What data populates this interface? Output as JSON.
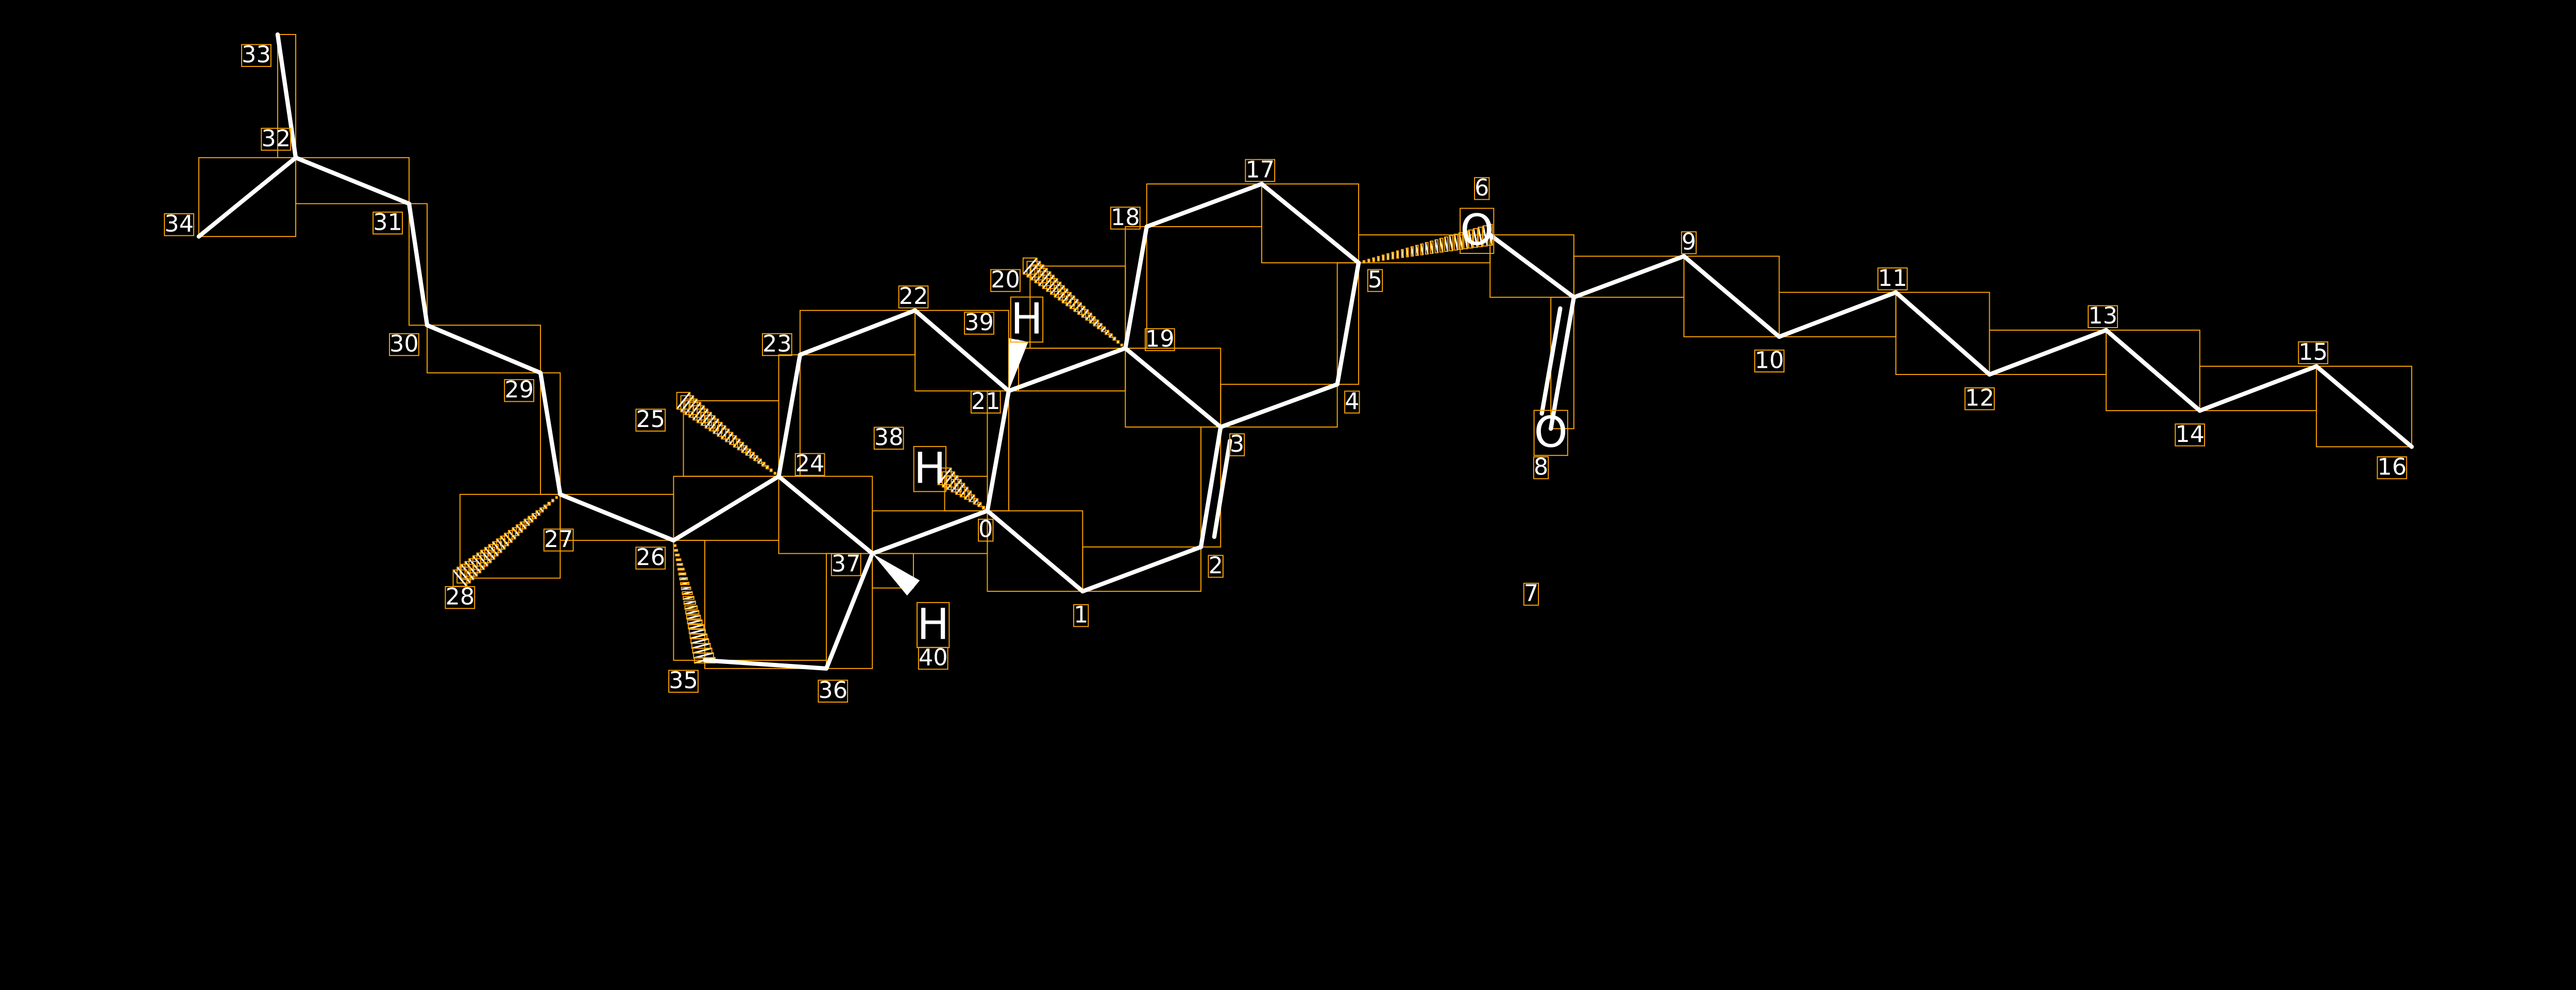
{
  "colors": {
    "background": "#000000",
    "bond": "#FFFFFF",
    "box": "#FFA500"
  },
  "atoms": [
    {
      "index": "0",
      "symbol": ""
    },
    {
      "index": "1",
      "symbol": ""
    },
    {
      "index": "2",
      "symbol": ""
    },
    {
      "index": "3",
      "symbol": ""
    },
    {
      "index": "4",
      "symbol": ""
    },
    {
      "index": "5",
      "symbol": ""
    },
    {
      "index": "6",
      "symbol": "O"
    },
    {
      "index": "7",
      "symbol": ""
    },
    {
      "index": "8",
      "symbol": "O"
    },
    {
      "index": "9",
      "symbol": ""
    },
    {
      "index": "10",
      "symbol": ""
    },
    {
      "index": "11",
      "symbol": ""
    },
    {
      "index": "12",
      "symbol": ""
    },
    {
      "index": "13",
      "symbol": ""
    },
    {
      "index": "14",
      "symbol": ""
    },
    {
      "index": "15",
      "symbol": ""
    },
    {
      "index": "16",
      "symbol": ""
    },
    {
      "index": "17",
      "symbol": ""
    },
    {
      "index": "18",
      "symbol": ""
    },
    {
      "index": "19",
      "symbol": ""
    },
    {
      "index": "20",
      "symbol": ""
    },
    {
      "index": "21",
      "symbol": ""
    },
    {
      "index": "22",
      "symbol": ""
    },
    {
      "index": "23",
      "symbol": ""
    },
    {
      "index": "24",
      "symbol": ""
    },
    {
      "index": "25",
      "symbol": ""
    },
    {
      "index": "26",
      "symbol": ""
    },
    {
      "index": "27",
      "symbol": ""
    },
    {
      "index": "28",
      "symbol": ""
    },
    {
      "index": "29",
      "symbol": ""
    },
    {
      "index": "30",
      "symbol": ""
    },
    {
      "index": "31",
      "symbol": ""
    },
    {
      "index": "32",
      "symbol": ""
    },
    {
      "index": "33",
      "symbol": ""
    },
    {
      "index": "34",
      "symbol": ""
    },
    {
      "index": "35",
      "symbol": ""
    },
    {
      "index": "36",
      "symbol": ""
    },
    {
      "index": "37",
      "symbol": ""
    },
    {
      "index": "38",
      "symbol": "H"
    },
    {
      "index": "39",
      "symbol": "H"
    },
    {
      "index": "40",
      "symbol": "H"
    }
  ],
  "bonds": [
    [
      0,
      1,
      "single"
    ],
    [
      1,
      2,
      "single"
    ],
    [
      2,
      3,
      "double"
    ],
    [
      3,
      4,
      "single"
    ],
    [
      4,
      5,
      "single"
    ],
    [
      5,
      17,
      "single"
    ],
    [
      17,
      18,
      "single"
    ],
    [
      18,
      19,
      "single"
    ],
    [
      19,
      3,
      "single"
    ],
    [
      19,
      21,
      "single"
    ],
    [
      21,
      0,
      "single"
    ],
    [
      0,
      37,
      "single"
    ],
    [
      37,
      24,
      "single"
    ],
    [
      24,
      23,
      "single"
    ],
    [
      23,
      22,
      "single"
    ],
    [
      22,
      21,
      "single"
    ],
    [
      19,
      20,
      "hash"
    ],
    [
      5,
      6,
      "hash"
    ],
    [
      6,
      7,
      "single"
    ],
    [
      7,
      8,
      "double"
    ],
    [
      7,
      9,
      "single"
    ],
    [
      9,
      10,
      "single"
    ],
    [
      10,
      11,
      "single"
    ],
    [
      11,
      12,
      "single"
    ],
    [
      12,
      13,
      "single"
    ],
    [
      13,
      14,
      "single"
    ],
    [
      14,
      15,
      "single"
    ],
    [
      15,
      16,
      "single"
    ],
    [
      24,
      25,
      "hash"
    ],
    [
      24,
      26,
      "single"
    ],
    [
      26,
      27,
      "single"
    ],
    [
      27,
      28,
      "hash"
    ],
    [
      27,
      29,
      "single"
    ],
    [
      29,
      30,
      "single"
    ],
    [
      30,
      31,
      "single"
    ],
    [
      31,
      32,
      "single"
    ],
    [
      32,
      33,
      "single"
    ],
    [
      32,
      34,
      "single"
    ],
    [
      26,
      35,
      "hash"
    ],
    [
      35,
      36,
      "single"
    ],
    [
      36,
      37,
      "single"
    ],
    [
      37,
      40,
      "wedge"
    ],
    [
      0,
      38,
      "hash"
    ],
    [
      21,
      39,
      "wedge"
    ]
  ]
}
